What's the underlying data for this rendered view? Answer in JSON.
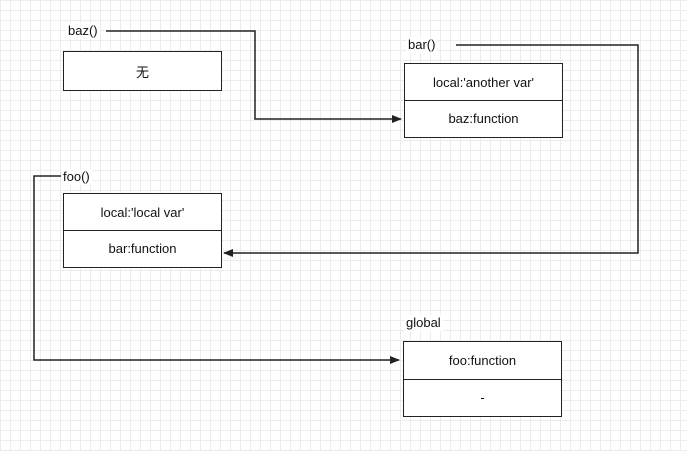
{
  "scopes": {
    "baz": {
      "title": "baz()",
      "cells": [
        "无"
      ]
    },
    "bar": {
      "title": "bar()",
      "cells": [
        "local:'another var'",
        "baz:function"
      ]
    },
    "foo": {
      "title": "foo()",
      "cells": [
        "local:'local var'",
        "bar:function"
      ]
    },
    "global": {
      "title": "global",
      "cells": [
        "foo:function",
        "-"
      ]
    }
  },
  "colors": {
    "line": "#222222",
    "grid": "#ececec"
  }
}
